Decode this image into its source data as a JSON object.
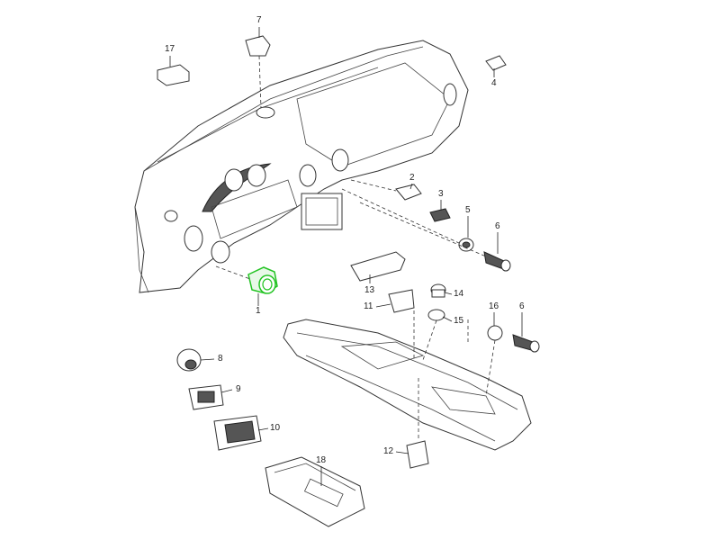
{
  "diagram": {
    "highlight_color": "#22c322",
    "highlighted_part": "1",
    "callouts": [
      {
        "id": "c17",
        "label": "17"
      },
      {
        "id": "c7",
        "label": "7"
      },
      {
        "id": "c4",
        "label": "4"
      },
      {
        "id": "c2",
        "label": "2"
      },
      {
        "id": "c3",
        "label": "3"
      },
      {
        "id": "c5",
        "label": "5"
      },
      {
        "id": "c6a",
        "label": "6"
      },
      {
        "id": "c13",
        "label": "13"
      },
      {
        "id": "c1",
        "label": "1"
      },
      {
        "id": "c14",
        "label": "14"
      },
      {
        "id": "c11",
        "label": "11"
      },
      {
        "id": "c15",
        "label": "15"
      },
      {
        "id": "c16",
        "label": "16"
      },
      {
        "id": "c6b",
        "label": "6"
      },
      {
        "id": "c8",
        "label": "8"
      },
      {
        "id": "c9",
        "label": "9"
      },
      {
        "id": "c10",
        "label": "10"
      },
      {
        "id": "c12",
        "label": "12"
      },
      {
        "id": "c18",
        "label": "18"
      }
    ]
  }
}
